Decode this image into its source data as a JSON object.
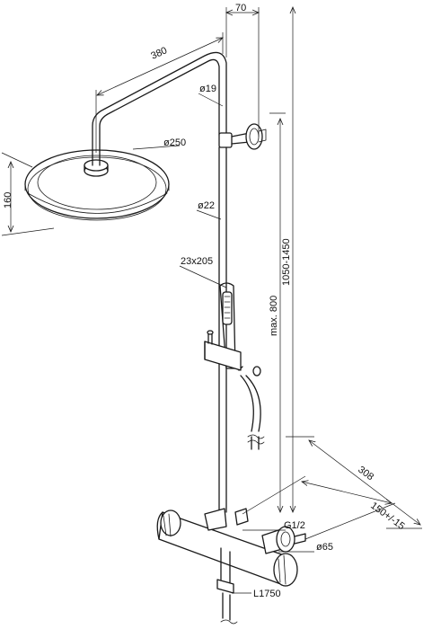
{
  "diagram": {
    "dimensions": {
      "top_offset": "70",
      "arm_length": "380",
      "arm_diameter": "ø19",
      "head_diameter": "ø250",
      "head_height": "160",
      "rail_diameter": "ø22",
      "handshower_size": "23x205",
      "total_height": "1050-1450",
      "max_height": "max. 800",
      "depth": "308",
      "inlet_spacing": "150+/-15",
      "thread": "G1/2",
      "flange_diameter": "ø65",
      "hose_length": "L1750"
    }
  }
}
